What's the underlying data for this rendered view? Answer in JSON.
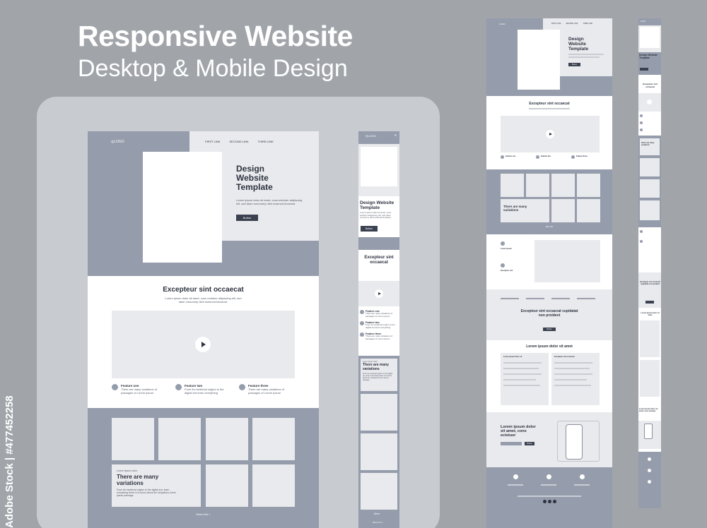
{
  "heading": {
    "line1": "Responsive Website",
    "line2": "Desktop & Mobile Design"
  },
  "side_watermark": "Adobe Stock | #477452258",
  "desktop": {
    "logo": "LOGO",
    "nav": [
      "FIRST LINK",
      "SECOND LINK",
      "THIRD LINK"
    ],
    "hero_title_lines": [
      "Design",
      "Website",
      "Template"
    ],
    "hero_text": "Lorem ipsum dolor sit amet, cons ectetuer adipiscing elit, sed diam nonummy nibh euismod tincidunt.",
    "hero_button": "Button",
    "section_title": "Excepteur sint occaecat",
    "section_text": "Lorem ipsum dolor sit amet, cons ectetuer adipiscing elit, sed diam nonummy nibh euismod tincidunt.",
    "features": [
      {
        "title": "Feature one",
        "text": "There are many variations of passages of Lorem Ipsum"
      },
      {
        "title": "Feature two",
        "text": "From its medieval origins to the digital era learn everything"
      },
      {
        "title": "Feature three",
        "text": "There are many variations of passages of Lorem Ipsum"
      }
    ],
    "card_small": "Lorem Ipsum dolor",
    "card_title": "There are many variations",
    "card_text": "From its medieval origins to the digital era, learn everything there is to know about the ubiquitous lorem ipsum passage.",
    "more_link": "More info >"
  },
  "mobile": {
    "logo": "LOGO",
    "hero_title": "Design Website Template",
    "hero_text": "Lorem ipsum dolor sit amet, cons ectetuer adipiscing elit, sed diam nonummy nibh euismod tincidunt.",
    "hero_button": "Button",
    "section_title": "Excepteur sint occaecat",
    "features": [
      {
        "title": "Feature one",
        "text": "There are many variations of passages of Lorem Ipsum"
      },
      {
        "title": "Feature two",
        "text": "From its medieval origins to the digital era learn everything"
      },
      {
        "title": "Feature three",
        "text": "There are many variations of passages of Lorem Ipsum"
      }
    ],
    "card_small": "Lorem Ipsum dolor",
    "card_title": "There are many variations",
    "card_text": "From its medieval origins to the digital era, learn everything there is to know about the ubiquitous lorem ipsum passage.",
    "more_link": "More",
    "more_info": "More info >"
  },
  "full_desktop": {
    "logo": "LOGO",
    "nav": [
      "FIRST LINK",
      "SECOND LINK",
      "THIRD LINK"
    ],
    "hero_title_lines": [
      "Design",
      "Website",
      "Template"
    ],
    "hero_button": "Button",
    "section_title": "Excepteur sint occaecat",
    "features": [
      "Feature one",
      "Feature two",
      "Feature three"
    ],
    "card_title": "There are many variations",
    "more_link": "More info",
    "list_a": "Lorem ipsum",
    "list_b": "Excepteur sint",
    "cta_title_lines": [
      "Excepteur sint occaecat cupidatat",
      "non proident"
    ],
    "cta_button": "Button",
    "pricing_title": "Lorem ipsum dolor sit amet",
    "pricing_cols": [
      "Lorem ipsum dolor sit",
      "Excepteur sint occaecat"
    ],
    "device_title_lines": [
      "Lorem ipsum dolor",
      "sit amet, cons",
      "ectetuer"
    ],
    "device_button": "Button"
  },
  "full_mobile": {
    "logo": "LOGO",
    "hero_title": "Design Website Template",
    "section_title": "Excepteur sint occaecat",
    "card_title": "There are many variations",
    "cta_title": "Excepteur sint occaecat cupidatat non proident",
    "pricing_title": "Lorem ipsum dolor sit amet",
    "device_title": "Lorem ipsum dolor sit amet, cons ectetuer"
  }
}
